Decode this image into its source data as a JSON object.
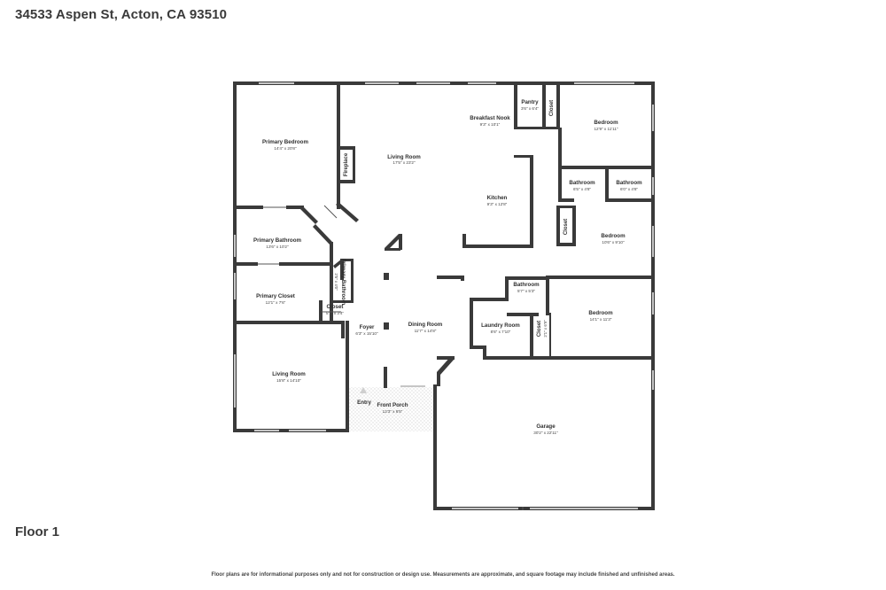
{
  "header": {
    "address": "34533 Aspen St, Acton, CA 93510"
  },
  "floor": {
    "label": "Floor 1"
  },
  "footer": {
    "disclaimer": "Floor plans are for informational purposes only and not for construction or design use. Measurements are approximate, and square footage may include finished and unfinished areas."
  },
  "colors": {
    "wall": "#3a3a3a",
    "window": "#c6c6c6",
    "porch_pattern": "#d9d9d9"
  },
  "rooms": {
    "primary_bedroom": {
      "name": "Primary Bedroom",
      "dim": "14'4\" x 20'8\""
    },
    "fireplace": {
      "name": "Fireplace"
    },
    "living_room_main": {
      "name": "Living Room",
      "dim": "17'5\" x 23'2\""
    },
    "breakfast_nook": {
      "name": "Breakfast Nook",
      "dim": "9'3\" x 10'1\""
    },
    "pantry": {
      "name": "Pantry",
      "dim": "3'6\" x 6'4\""
    },
    "closet_top": {
      "name": "Closet"
    },
    "bedroom_top": {
      "name": "Bedroom",
      "dim": "12'9\" x 11'11\""
    },
    "bathroom_a": {
      "name": "Bathroom",
      "dim": "6'5\" x 4'8\""
    },
    "bathroom_b": {
      "name": "Bathroom",
      "dim": "6'0\" x 4'8\""
    },
    "kitchen": {
      "name": "Kitchen",
      "dim": "9'3\" x 12'8\""
    },
    "closet_mid": {
      "name": "Closet"
    },
    "bedroom_mid": {
      "name": "Bedroom",
      "dim": "10'6\" x 9'10\""
    },
    "primary_bathroom": {
      "name": "Primary Bathroom",
      "dim": "13'6\" x 10'2\""
    },
    "primary_bathroom_small": {
      "name": "Primary Bathroom",
      "dim": "2'5\" x 4'0\""
    },
    "primary_closet": {
      "name": "Primary Closet",
      "dim": "12'1\" x 7'6\""
    },
    "closet_small": {
      "name": "Closet",
      "dim": "5'1\" x 3'4\""
    },
    "bathroom_c": {
      "name": "Bathroom",
      "dim": "5'7\" x 5'3\""
    },
    "bedroom_low": {
      "name": "Bedroom",
      "dim": "14'1\" x 11'3\""
    },
    "closet_low": {
      "name": "Closet",
      "dim": "2'1\" x 6'9\""
    },
    "laundry_room": {
      "name": "Laundry Room",
      "dim": "8'6\" x 7'10\""
    },
    "foyer": {
      "name": "Foyer",
      "dim": "6'3\" x 15'10\""
    },
    "dining_room": {
      "name": "Dining Room",
      "dim": "11'7\" x 14'8\""
    },
    "living_room_west": {
      "name": "Living Room",
      "dim": "15'8\" x 14'10\""
    },
    "entry": {
      "name": "Entry"
    },
    "front_porch": {
      "name": "Front Porch",
      "dim": "12'3\" x 6'5\""
    },
    "garage": {
      "name": "Garage",
      "dim": "30'2\" x 22'11\""
    }
  }
}
